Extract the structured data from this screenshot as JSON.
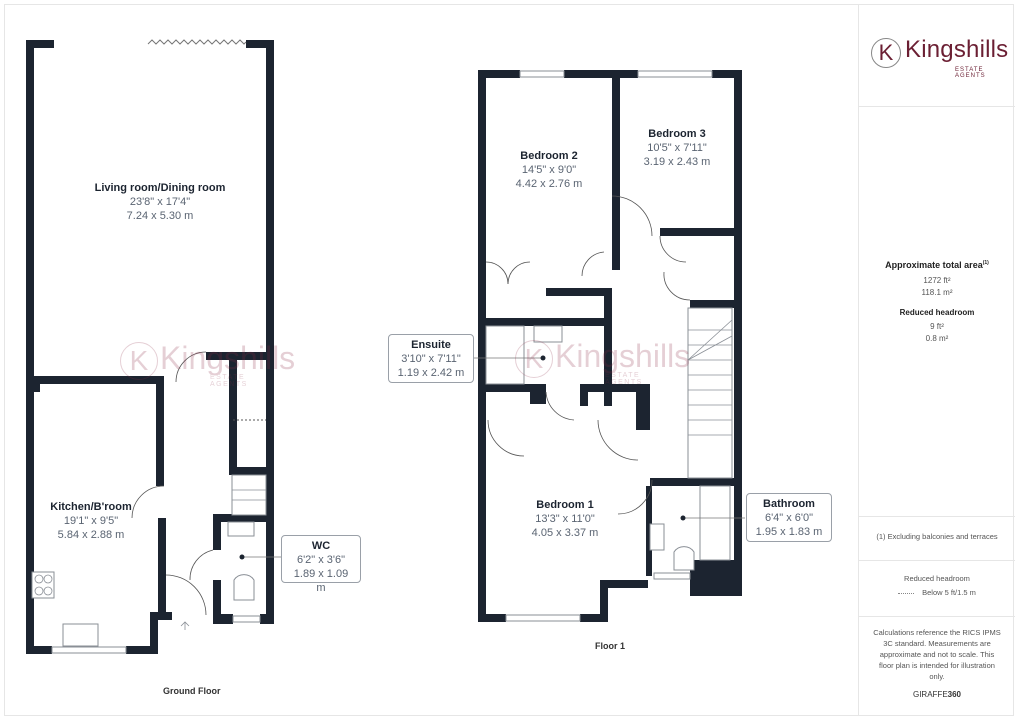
{
  "brand": {
    "initial": "K",
    "name": "Kingshills",
    "tagline": "ESTATE AGENTS",
    "color": "#6b1f33"
  },
  "floors": [
    {
      "title": "Ground Floor",
      "rooms": [
        {
          "name": "Living room/Dining room",
          "imperial": "23'8\" x 17'4\"",
          "metric": "7.24 x 5.30 m"
        },
        {
          "name": "Kitchen/B'room",
          "imperial": "19'1\" x 9'5\"",
          "metric": "5.84 x 2.88 m"
        },
        {
          "name": "WC",
          "imperial": "6'2\" x 3'6\"",
          "metric": "1.89 x 1.09 m"
        }
      ]
    },
    {
      "title": "Floor 1",
      "rooms": [
        {
          "name": "Bedroom 2",
          "imperial": "14'5\" x 9'0\"",
          "metric": "4.42 x 2.76 m"
        },
        {
          "name": "Bedroom 3",
          "imperial": "10'5\" x 7'11\"",
          "metric": "3.19 x 2.43 m"
        },
        {
          "name": "Ensuite",
          "imperial": "3'10\" x 7'11\"",
          "metric": "1.19 x 2.42 m"
        },
        {
          "name": "Bedroom 1",
          "imperial": "13'3\" x 11'0\"",
          "metric": "4.05 x 3.37 m"
        },
        {
          "name": "Bathroom",
          "imperial": "6'4\" x 6'0\"",
          "metric": "1.95 x 1.83 m"
        }
      ]
    }
  ],
  "sidebar": {
    "area_title": "Approximate total area",
    "area_note_marker": "(1)",
    "area_ft": "1272 ft²",
    "area_m": "118.1 m²",
    "reduced_title": "Reduced headroom",
    "reduced_ft": "9 ft²",
    "reduced_m": "0.8 m²",
    "footnote": "(1) Excluding balconies and terraces",
    "legend_title": "Reduced headroom",
    "legend_item": "Below 5 ft/1.5 m",
    "disclaimer": "Calculations reference the RICS IPMS 3C standard. Measurements are approximate and not to scale. This floor plan is intended for illustration only.",
    "credit_a": "GIRAFFE",
    "credit_b": "360"
  },
  "colors": {
    "wall": "#1c2430",
    "text_dim": "#5a6472",
    "border": "#e6e6e6"
  }
}
